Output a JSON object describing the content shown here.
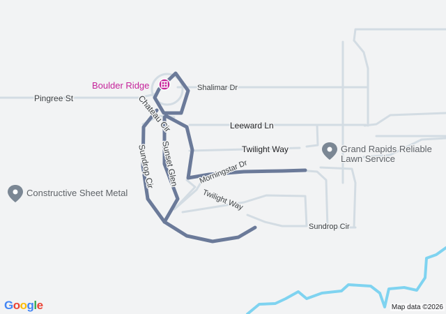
{
  "map": {
    "streets": {
      "pingree": "Pingree St",
      "shalimar": "Shalimar Dr",
      "chateau": "Chateau Cir",
      "leeward": "Leeward Ln",
      "twilight_way_1": "Twilight Way",
      "twilight_way_2": "Twilight Way",
      "sundrop_cir_1": "Sundrop Cir",
      "sundrop_cir_2": "Sundrop Cir",
      "sunset_glen": "Sunset Glen",
      "morningstar": "Morningstar Dr"
    },
    "places": {
      "boulder_ridge": "Boulder Ridge",
      "grand_rapids_line1": "Grand Rapids Reliable",
      "grand_rapids_line2": "Lawn Service",
      "constructive": "Constructive Sheet Metal"
    },
    "colors": {
      "route": "#6b7a99",
      "road": "#d3dce3",
      "water": "#7fd3f0",
      "poi_pink": "#c5239a",
      "poi_gray": "#7b8794"
    },
    "icons": {
      "boulder_ridge": "building-icon",
      "grand_rapids": "place-pin-icon",
      "constructive": "place-pin-icon"
    }
  },
  "footer": {
    "logo": [
      "G",
      "o",
      "o",
      "g",
      "l",
      "e"
    ],
    "attribution": "Map data ©2026"
  }
}
